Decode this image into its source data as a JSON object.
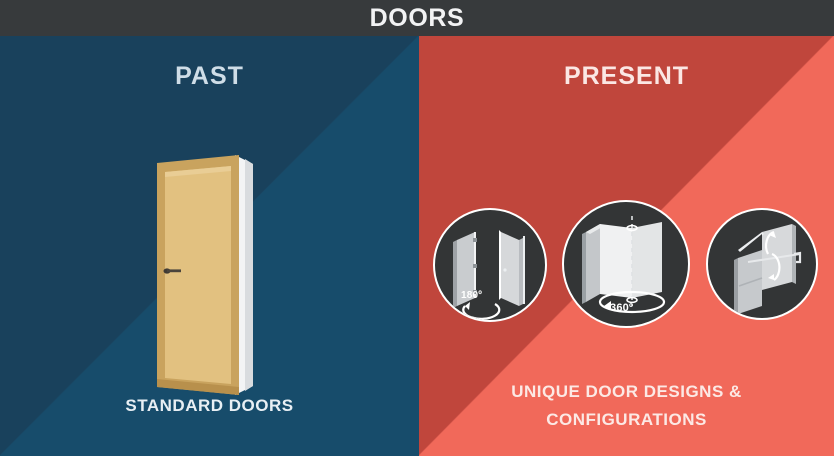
{
  "header": {
    "title": "DOORS"
  },
  "panels": {
    "left": {
      "era_title": "PAST",
      "caption": "STANDARD DOORS",
      "illustration_name": "standard-hinged-door",
      "colors": {
        "background": "#154360",
        "shade": "#19415c",
        "door_panel": "#e2c180",
        "door_frame": "#c9a35e",
        "door_edge": "#f3f4f5",
        "handle": "#4a443c"
      }
    },
    "right": {
      "era_title": "PRESENT",
      "caption_lines": [
        "UNIQUE DOOR DESIGNS &",
        "CONFIGURATIONS"
      ],
      "colors": {
        "background": "#f1695a",
        "shade": "#c0463c",
        "circle_fill": "#333536",
        "circle_border": "#ffffff"
      },
      "circles": [
        {
          "name": "door-180-degree",
          "degree_label": "180º",
          "description": "hinged door swinging 180 degrees"
        },
        {
          "name": "door-360-degree",
          "degree_label": "360º",
          "description": "pivot revolving door rotating 360 degrees"
        },
        {
          "name": "door-horizontal-pivot",
          "degree_label": "",
          "description": "horizontal pivot door"
        }
      ]
    }
  }
}
